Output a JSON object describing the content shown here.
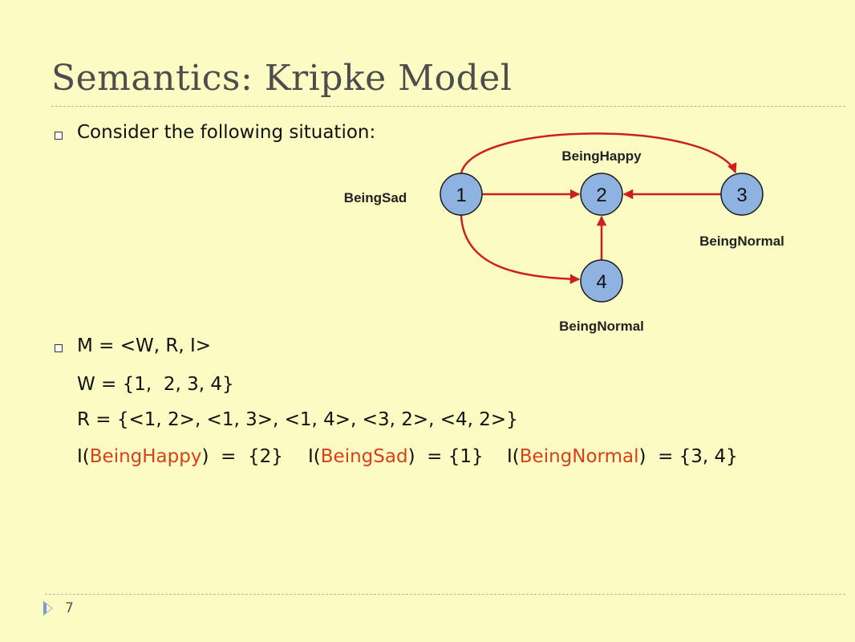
{
  "slide": {
    "title": "Semantics: Kripke Model",
    "page_number": "7"
  },
  "bullets": {
    "b1": "Consider the following situation:",
    "b2": "M = <W, R, I>"
  },
  "model": {
    "w_line": "W = {1,  2, 3, 4}",
    "r_line": "R = {<1, 2>, <1, 3>, <1, 4>, <3, 2>, <4, 2>}",
    "i1_pre": "I(",
    "i1_pred": "BeingHappy",
    "i1_post": ")  =  {2}",
    "i2_pre": "I(",
    "i2_pred": "BeingSad",
    "i2_post": ")  = {1}",
    "i3_pre": "I(",
    "i3_pred": "BeingNormal",
    "i3_post": ")  = {3, 4}"
  },
  "diagram": {
    "colors": {
      "node_fill": "#8fb3e0",
      "node_stroke": "#1a1a1a",
      "edge": "#cc1f1f"
    },
    "nodes": [
      {
        "id": "1",
        "label": "1",
        "proposition": "BeingSad"
      },
      {
        "id": "2",
        "label": "2",
        "proposition": "BeingHappy"
      },
      {
        "id": "3",
        "label": "3",
        "proposition": "BeingNormal"
      },
      {
        "id": "4",
        "label": "4",
        "proposition": "BeingNormal"
      }
    ],
    "edges": [
      {
        "from": "1",
        "to": "2"
      },
      {
        "from": "1",
        "to": "3"
      },
      {
        "from": "1",
        "to": "4"
      },
      {
        "from": "3",
        "to": "2"
      },
      {
        "from": "4",
        "to": "2"
      }
    ]
  }
}
